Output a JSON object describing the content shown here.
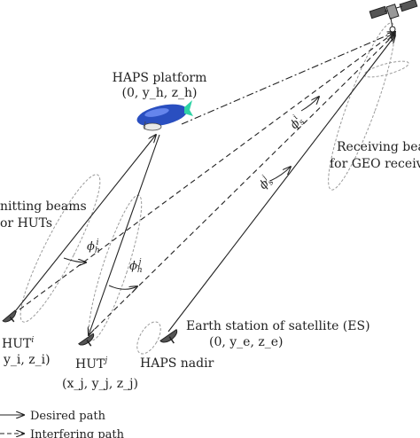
{
  "haps_platform": {
    "title": "HAPS platform",
    "coords": "(0, y_h, z_h)"
  },
  "geo_receiver": {
    "line1": "Receiving beam",
    "line2": "for GEO receiver"
  },
  "tx_beams": {
    "line1": "nitting beams",
    "line2": "or HUTs"
  },
  "earth_station": {
    "line1": "Earth station of satellite (ES)",
    "line2": "(0, y_e, z_e)"
  },
  "hut_i": {
    "label": "HUT",
    "sup": "i",
    "coords": "y_i, z_i)"
  },
  "hut_j": {
    "label": "HUT",
    "sup": "j",
    "coords": "(x_j, y_j, z_j)"
  },
  "haps_nadir": {
    "label": "HAPS nadir"
  },
  "angles": {
    "phi_s_i": {
      "base": "ϕ",
      "sub": "s",
      "sup": "i"
    },
    "phi_s_j": {
      "base": "ϕ",
      "sub": "s",
      "sup": "j"
    },
    "phi_h_i": {
      "base": "ϕ",
      "sub": "h",
      "sup": "i"
    },
    "phi_h_j": {
      "base": "ϕ",
      "sub": "h",
      "sup": "j"
    }
  },
  "legend": {
    "desired": "Desired path",
    "interfering": "Interfering path"
  },
  "colors": {
    "ink": "#222222",
    "beam": "#9a9a9a",
    "airship_blue": "#2a4fc0",
    "airship_fin": "#2fd3a6"
  }
}
